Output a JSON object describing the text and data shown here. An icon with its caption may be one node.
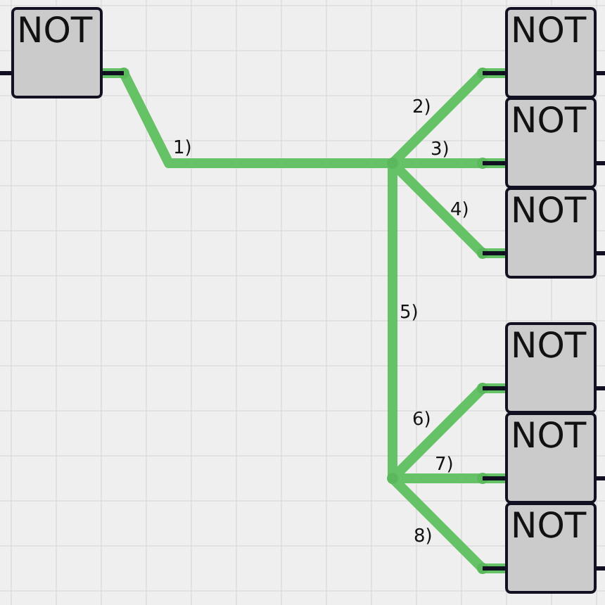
{
  "diagram": {
    "nodes": [
      {
        "text": [
          "NOT"
        ]
      },
      {
        "text": [
          "NOT"
        ]
      },
      {
        "text": [
          "NOT"
        ]
      },
      {
        "text": [
          "NOT"
        ]
      },
      {
        "text": [
          "NOT"
        ]
      },
      {
        "text": [
          "NOT"
        ]
      },
      {
        "text": [
          "NOT"
        ]
      }
    ],
    "edges": [
      {
        "from": 0,
        "to": 1,
        "arrow": "none"
      },
      {
        "from": 0,
        "to": 2,
        "arrow": "none"
      },
      {
        "from": 0,
        "to": 3,
        "arrow": "none"
      },
      {
        "from": 0,
        "to": 4,
        "arrow": "none"
      },
      {
        "from": 0,
        "to": 5,
        "arrow": "none"
      },
      {
        "from": 0,
        "to": 6,
        "arrow": "none"
      }
    ],
    "labels": [
      "1)",
      "2)",
      "3)",
      "4)",
      "5)",
      "6)",
      "7)",
      "8)"
    ]
  }
}
